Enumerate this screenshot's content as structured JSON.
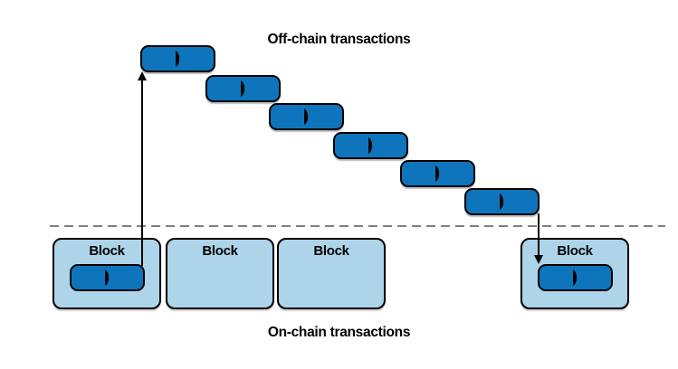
{
  "titles": {
    "off_chain": "Off-chain transactions",
    "on_chain": "On-chain transactions"
  },
  "off_chain": {
    "transaction_count": 6,
    "icon": "transaction-icon"
  },
  "blocks": [
    {
      "label": "Block",
      "contains_transaction": true
    },
    {
      "label": "Block",
      "contains_transaction": false
    },
    {
      "label": "Block",
      "contains_transaction": false
    },
    {
      "label": "Block",
      "contains_transaction": true
    }
  ],
  "arrows": [
    {
      "name": "funding-arrow",
      "direction": "up"
    },
    {
      "name": "settlement-arrow",
      "direction": "down"
    }
  ],
  "colors": {
    "transaction_fill": "#0e75bc",
    "block_fill": "#aed4ea",
    "outline": "#000000",
    "divider": "#7f7f7f",
    "background": "#ffffff"
  }
}
